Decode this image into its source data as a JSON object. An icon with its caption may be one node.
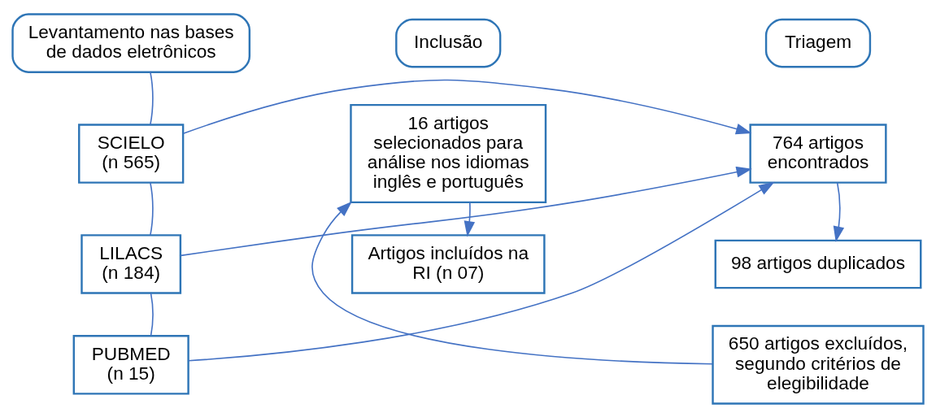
{
  "diagram": {
    "nodes": [
      {
        "text": [
          "Levantamento nas bases de dados eletrônicos"
        ]
      },
      {
        "text": [
          "Triagem"
        ]
      },
      {
        "text": [
          "Inclusão"
        ]
      },
      {
        "text": [
          "SCIELO",
          "(n 565)"
        ]
      },
      {
        "text": [
          "LILACS",
          "(n 184)"
        ]
      },
      {
        "text": [
          "PUBMED",
          "(n 15)"
        ]
      },
      {
        "text": [
          "764 artigos encontrados"
        ]
      },
      {
        "text": [
          "98 artigos duplicados"
        ]
      },
      {
        "text": [
          "650 artigos excluídos, segundo critérios de elegibilidade"
        ]
      },
      {
        "text": [
          "16 artigos selecionados para análise nos idiomas inglês e português"
        ]
      },
      {
        "text": [
          "Artigos incluídos na RI (n 07)"
        ]
      }
    ],
    "edges": [
      {
        "from": 0,
        "to": 3,
        "arrow": "none"
      },
      {
        "from": 3,
        "to": 4,
        "arrow": "none"
      },
      {
        "from": 4,
        "to": 5,
        "arrow": "none"
      },
      {
        "from": 3,
        "to": 6,
        "arrow": "to"
      },
      {
        "from": 4,
        "to": 6,
        "arrow": "to"
      },
      {
        "from": 5,
        "to": 6,
        "arrow": "to"
      },
      {
        "from": 6,
        "to": 7,
        "arrow": "to"
      },
      {
        "from": 8,
        "to": 9,
        "arrow": "to"
      },
      {
        "from": 9,
        "to": 10,
        "arrow": "to"
      }
    ]
  }
}
